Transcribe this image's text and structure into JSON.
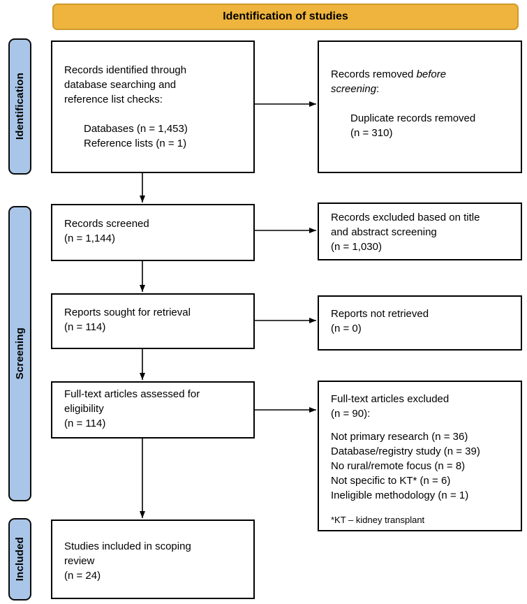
{
  "header": {
    "title": "Identification of studies"
  },
  "colors": {
    "banner_fill": "#EFB43D",
    "banner_border": "#CE9A2C",
    "stage_fill": "#A9C6E8",
    "box_border": "#000000",
    "arrow": "#000000"
  },
  "stages": [
    {
      "label": "Identification"
    },
    {
      "label": "Screening"
    },
    {
      "label": "Included"
    }
  ],
  "boxes": {
    "identified": {
      "lines": [
        "Records identified through",
        "database searching and",
        "reference list checks:"
      ],
      "items": [
        "Databases (n = 1,453)",
        "Reference lists (n = 1)"
      ]
    },
    "removed": {
      "prefix": "Records removed ",
      "italic": "before screening",
      "suffix": ":",
      "item_lines": [
        "Duplicate records removed",
        "(n = 310)"
      ]
    },
    "screened": {
      "lines": [
        "Records screened",
        "(n = 1,144)"
      ]
    },
    "excluded_title_abstract": {
      "lines": [
        "Records excluded based on title",
        "and abstract screening",
        "(n = 1,030)"
      ]
    },
    "sought": {
      "lines": [
        "Reports sought for retrieval",
        "(n = 114)"
      ]
    },
    "not_retrieved": {
      "lines": [
        "Reports not retrieved",
        "(n = 0)"
      ]
    },
    "assessed": {
      "lines": [
        "Full-text articles assessed for",
        "eligibility",
        "(n = 114)"
      ]
    },
    "excluded_fulltext": {
      "lines": [
        "Full-text articles excluded",
        "(n = 90):"
      ],
      "reasons": [
        "Not primary research (n = 36)",
        "Database/registry study (n = 39)",
        "No rural/remote focus (n = 8)",
        "Not specific to KT* (n = 6)",
        "Ineligible methodology (n = 1)"
      ],
      "footnote": "*KT – kidney transplant"
    },
    "included": {
      "lines": [
        "Studies included in scoping",
        "review",
        "(n = 24)"
      ]
    }
  }
}
